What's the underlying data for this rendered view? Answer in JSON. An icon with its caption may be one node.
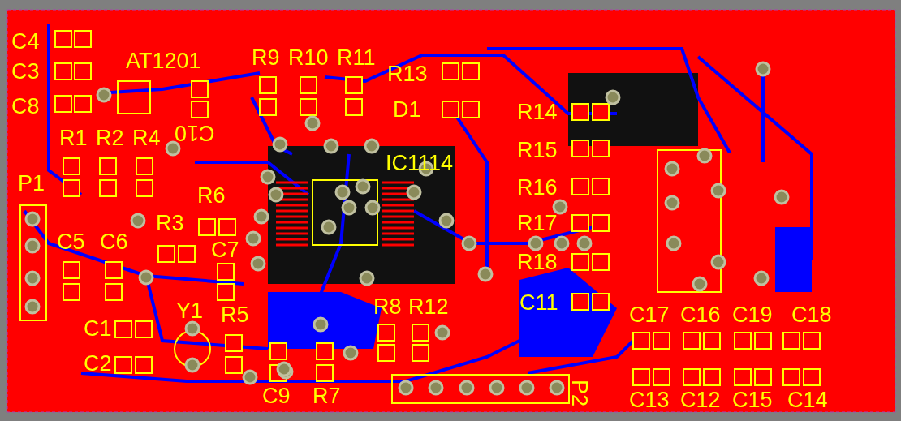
{
  "diagram": {
    "labels": [
      "C4",
      "AT1201",
      "R9",
      "R10",
      "R11",
      "C3",
      "R13",
      "C8",
      "D1",
      "R14",
      "R1",
      "R2",
      "R4",
      "C10",
      "R15",
      "IC1114",
      "P1",
      "R6",
      "R16",
      "R3",
      "R17",
      "C5",
      "C6",
      "C7",
      "R18",
      "Y1",
      "R5",
      "R8",
      "R12",
      "C11",
      "C17",
      "C16",
      "C19",
      "C18",
      "C1",
      "C2",
      "C9",
      "R7",
      "P2",
      "C13",
      "C12",
      "C15",
      "C14"
    ]
  }
}
